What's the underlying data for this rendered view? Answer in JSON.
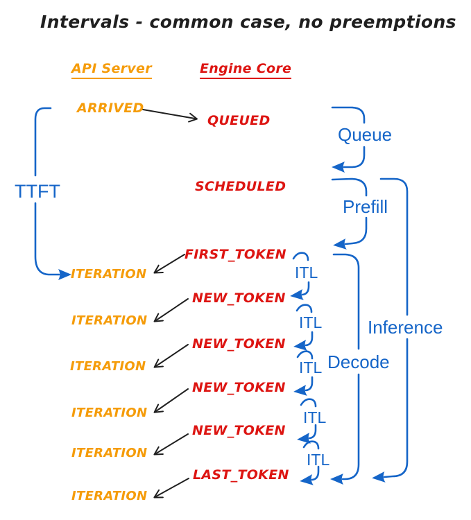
{
  "title": "Intervals - common case, no preemptions",
  "colors": {
    "c-blue": "#1565c8",
    "c-red": "#dd1512",
    "c-orange": "#f59c0a",
    "c-ink": "#1f1f1f"
  },
  "api_server": {
    "header": "API Server",
    "events": [
      "ARRIVED",
      "ITERATION",
      "ITERATION",
      "ITERATION",
      "ITERATION",
      "ITERATION",
      "ITERATION"
    ]
  },
  "engine_core": {
    "header": "Engine Core",
    "events": [
      "QUEUED",
      "SCHEDULED",
      "FIRST_TOKEN",
      "NEW_TOKEN",
      "NEW_TOKEN",
      "NEW_TOKEN",
      "NEW_TOKEN",
      "LAST_TOKEN"
    ]
  },
  "intervals": {
    "ttft": "TTFT",
    "queue": "Queue",
    "prefill": "Prefill",
    "decode": "Decode",
    "inference": "Inference",
    "itl": [
      "ITL",
      "ITL",
      "ITL",
      "ITL",
      "ITL"
    ]
  }
}
